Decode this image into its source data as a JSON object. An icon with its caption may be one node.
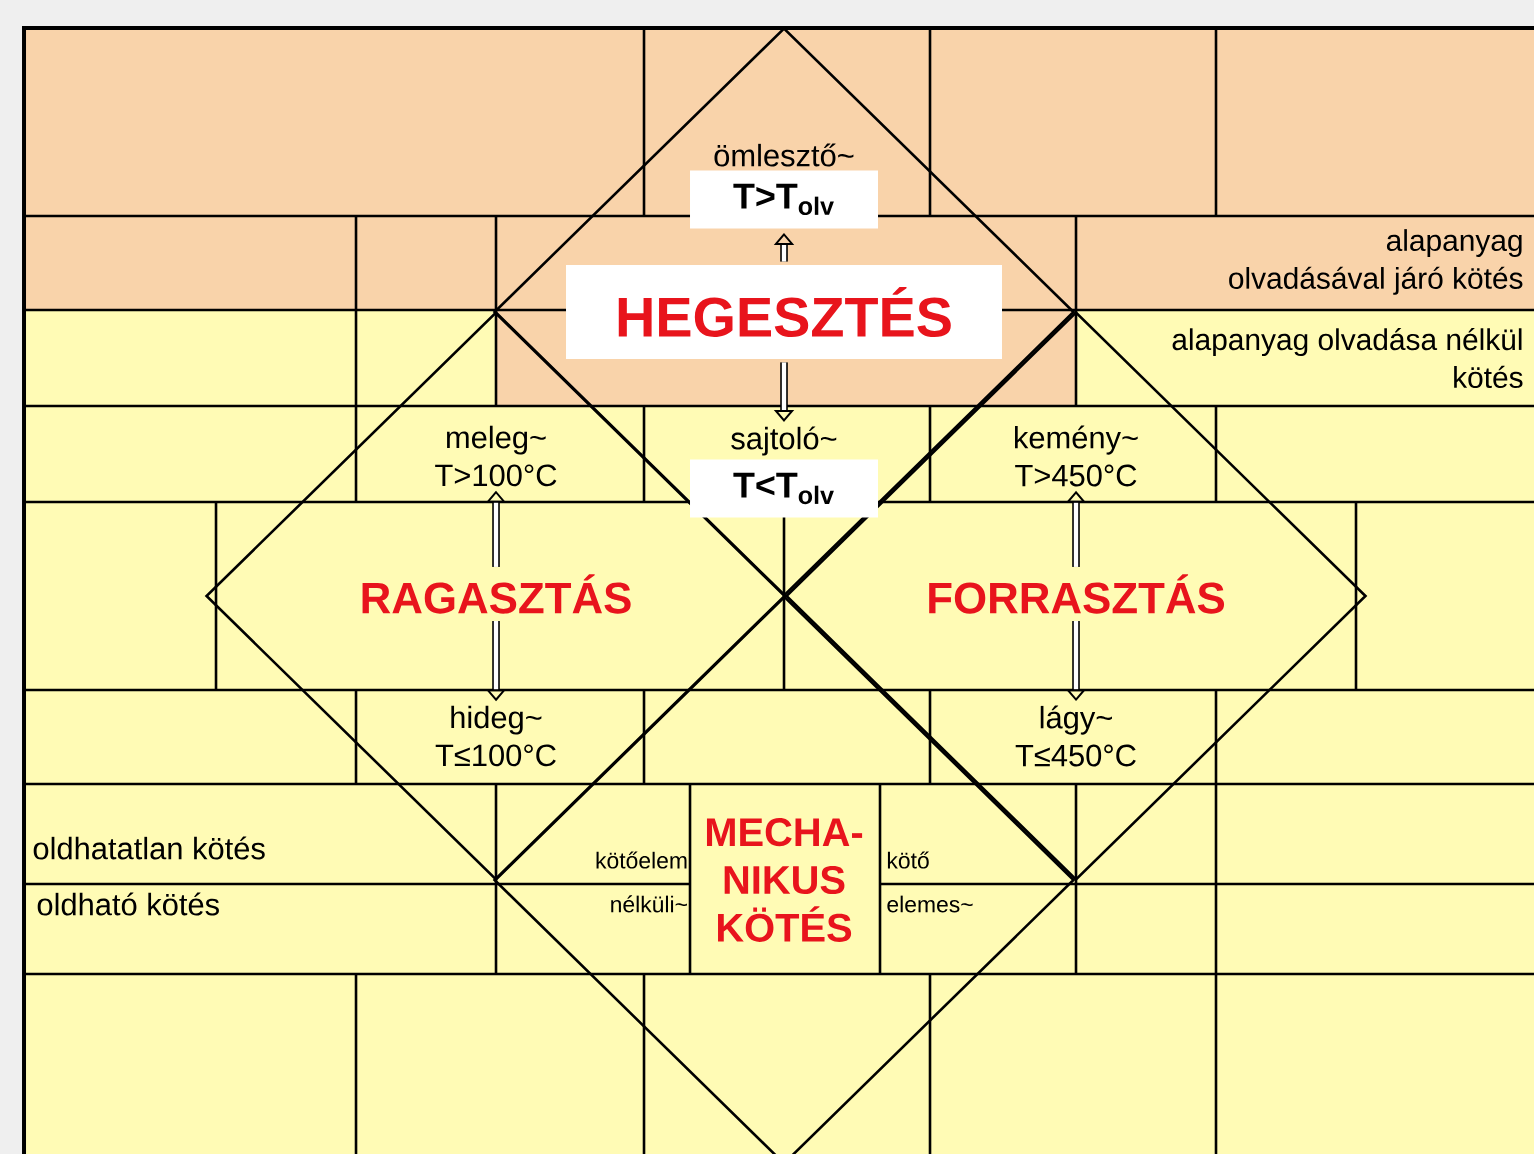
{
  "diagram": {
    "nodes": [
      {
        "text": [],
        "shape": "diamond"
      },
      {
        "text": [
          "HEGESZTÉS"
        ],
        "in": 0
      },
      {
        "text": [
          "ömlesztő~",
          "T>T$_{olv}$"
        ],
        "in": 0
      },
      {
        "text": [
          "sajtoló~",
          "T<T$_{olv}$"
        ],
        "in": 0
      },
      {
        "text": [],
        "shape": "diamond"
      },
      {
        "text": [
          "RAGASZTÁS"
        ],
        "in": 4
      },
      {
        "text": [
          "meleg~",
          "T>100°C"
        ],
        "in": 4
      },
      {
        "text": [
          "hideg~",
          "T≤100°C"
        ],
        "in": 4
      },
      {
        "text": [],
        "shape": "diamond"
      },
      {
        "text": [
          "FORRASZTÁS"
        ],
        "in": 8
      },
      {
        "text": [
          "kemény~",
          "T>450°C"
        ],
        "in": 8
      },
      {
        "text": [
          "lágy~",
          "T≤450°C"
        ],
        "in": 8
      },
      {
        "text": [],
        "shape": "diamond"
      },
      {
        "text": [
          "MECHA- NIKUS KÖTÉS"
        ],
        "in": 12
      }
    ],
    "edges": [
      {
        "from": 1,
        "to": 2,
        "arrow": "to"
      },
      {
        "from": 1,
        "to": 3,
        "arrow": "to"
      },
      {
        "from": 5,
        "to": 6,
        "arrow": "to"
      },
      {
        "from": 5,
        "to": 7,
        "arrow": "to"
      },
      {
        "from": 9,
        "to": 10,
        "arrow": "to"
      },
      {
        "from": 9,
        "to": 11,
        "arrow": "to"
      }
    ],
    "labels": [
      "alapanyag olvadásával járó kötés",
      "alapanyag olvadása nélkül kötés",
      "oldhatatlan kötés",
      "kötőelem nélküli~",
      "kötő elemes~",
      "oldható kötés"
    ]
  }
}
